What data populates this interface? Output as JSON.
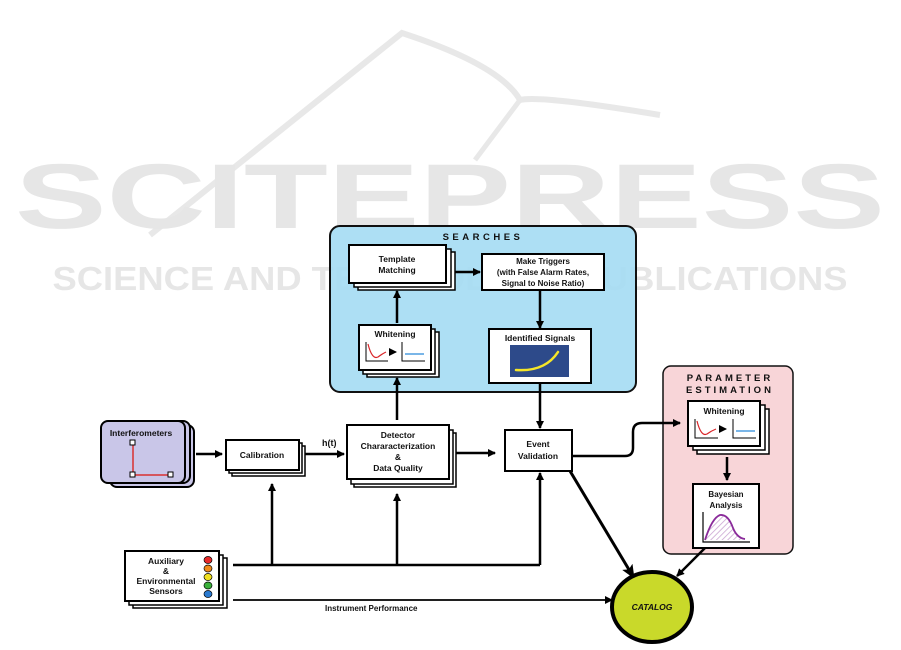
{
  "watermark": {
    "main": "SCITEPRESS",
    "sub": "SCIENCE AND TECHNOLOGY PUBLICATIONS"
  },
  "colors": {
    "searches_panel": "#a6dcf3",
    "parameter_panel": "#f8d3d6",
    "catalog_fill": "#c9d92a",
    "interferometer_fill": "#c9c6e8",
    "signal_plot_bg": "#2d4a8a",
    "signal_curve": "#f5e628",
    "whitening_before": "#d9262a",
    "whitening_after": "#2a8ad9",
    "bayes_curve": "#8a2a9a"
  },
  "panels": {
    "searches": {
      "title": "SEARCHES"
    },
    "parameter_estimation": {
      "title_line1": "PARAMETER",
      "title_line2": "ESTIMATION"
    }
  },
  "nodes": {
    "interferometers": {
      "label": "Interferometers"
    },
    "calibration": {
      "label": "Calibration"
    },
    "detector": {
      "line1": "Detector",
      "line2": "Chararacterization",
      "line3": "&",
      "line4": "Data Quality"
    },
    "template_matching": {
      "line1": "Template",
      "line2": "Matching"
    },
    "make_triggers": {
      "line1": "Make Triggers",
      "line2": "(with False Alarm Rates,",
      "line3": "Signal to Noise Ratio)"
    },
    "whitening_search": {
      "label": "Whitening"
    },
    "identified_signals": {
      "label": "Identified Signals"
    },
    "event_validation": {
      "line1": "Event",
      "line2": "Validation"
    },
    "whitening_pe": {
      "label": "Whitening"
    },
    "bayesian": {
      "line1": "Bayesian",
      "line2": "Analysis"
    },
    "auxiliary": {
      "line1": "Auxiliary",
      "line2": "&",
      "line3": "Environmental",
      "line4": "Sensors",
      "sensor_colors": [
        "#e82a2a",
        "#f08a1a",
        "#f0e020",
        "#3ab03a",
        "#2a7ad0"
      ]
    },
    "catalog": {
      "label": "CATALOG"
    }
  },
  "edges": {
    "h_of_t": "h(t)",
    "instrument_performance": "Instrument Performance"
  }
}
